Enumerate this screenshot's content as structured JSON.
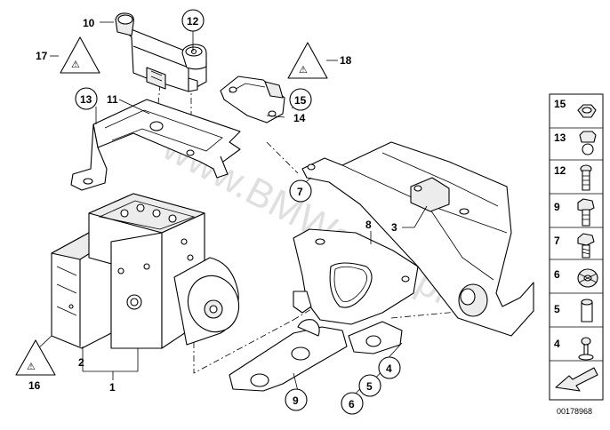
{
  "callouts": {
    "c1": "1",
    "c2": "2",
    "c3": "3",
    "c4": "4",
    "c5": "5",
    "c6": "6",
    "c7": "7",
    "c8": "8",
    "c9": "9",
    "c10": "10",
    "c11": "11",
    "c12": "12",
    "c13": "13",
    "c14": "14",
    "c15": "15",
    "c16": "16",
    "c17": "17",
    "c18": "18"
  },
  "sidebar": {
    "items": [
      {
        "number": "15",
        "icon": "hex-nut-icon"
      },
      {
        "number": "13",
        "icon": "cap-nut-icon"
      },
      {
        "number": "12",
        "icon": "socket-bolt-icon"
      },
      {
        "number": "9",
        "icon": "hex-bolt-icon"
      },
      {
        "number": "7",
        "icon": "flange-screw-icon"
      },
      {
        "number": "6",
        "icon": "rubber-mount-icon"
      },
      {
        "number": "5",
        "icon": "bushing-icon"
      },
      {
        "number": "4",
        "icon": "washer-bolt-icon"
      },
      {
        "number": "",
        "icon": "arrow-icon"
      }
    ]
  },
  "watermark": "www.BMWstore.pl",
  "diagram_code": "00178968"
}
